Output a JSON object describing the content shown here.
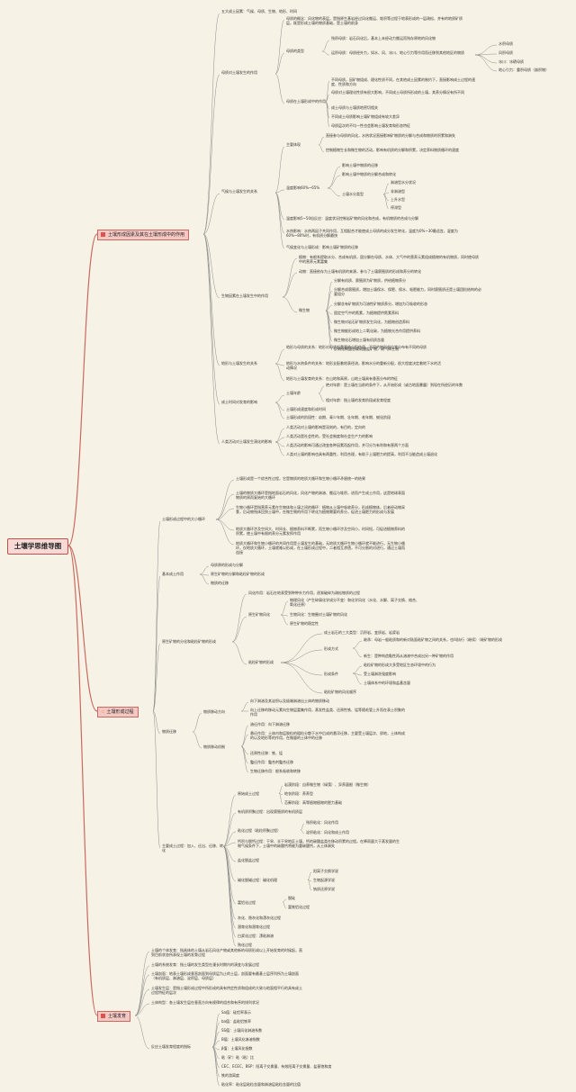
{
  "root": "土壤学思维导图",
  "b1": {
    "title": "土壤形成因素及其在土壤形成中的作用",
    "c1": "五大成土因素：气候、母质、生物、地形、时间",
    "c2": {
      "label": "母质对土壤发生的作用",
      "a": "母质的概念：风化物的表层，是指原生基岩经过风化搬运、堆积等过程于地表形成的一层疏松、并有的地质矿质层，既是形成土壤的物质基础，是土壤的前身",
      "b": {
        "label": "母质的类型",
        "b1": "残积母质：岩石风化后，基本上未经动力搬运而残存原地的风化物",
        "b2": "运积母质：母质经外力，如水、风、冰川、地心引力等作用而迁移到其他地区的物质",
        "b3": [
          "水积母质",
          "风积母质",
          "冰川：冰碛母质",
          "地心引力：重积母质（崩积物）"
        ]
      },
      "c": {
        "label": "母质在土壤形成中的作用",
        "items": [
          "不同母质，因矿物组成、理化性质不同，在其他成土因素的制约下，直接影响成土过程的速度、性质和方向",
          "母质对土壤理化性质有很大影响，不同成土母质所形成的土壤，其养分情况有所不同",
          "成土母质与土壤质地密切相关",
          "不同成土母质影响土壤矿物组成有较大差异",
          "母质层次的不均一性也会影响土壤发育和形态特征"
        ]
      }
    },
    "c3": {
      "label": "气候与土壤发生的关系",
      "a": "主要体现",
      "a1": "直接参与母质的风化，水热状况直接影响矿物质的分解与合成和物质的积累和淋失",
      "a2": "控制植物生长和微生物的活动，影响有机质的分解和积累，决定养料物质循环的速度",
      "b": "温度影响60%~65%",
      "b1": "影响土壤中物质的迁移",
      "b2": "影响土壤中物质的分解合成和转化",
      "b3": "土壤水分类型",
      "b3i": [
        "淋溶型水分状况",
        "非淋溶型",
        "上升水型",
        "停滞型"
      ],
      "c1": "温度影响5~50倍反应：温度状况控制岩矿物的风化和合成，有机物质的合成与分解",
      "c2": "水热影响：水热两因子共同作用，互相配合才能使成土母质的成分发生转化，温度为0%~30最适宜，湿度为60%~80%时，有机质分解最快",
      "c3": "气候变化与土壤形成：影响土壤矿物质的迁移"
    },
    "c4": {
      "label": "生物因素在土壤发生中的作用",
      "a1": "植物：有根系提取水分、合成有机质，固分解在母质、水体、大气中的营养元素组成植物的有机物质，同时使母质中的营养元素富集",
      "a2": "动物：直接依存为土壤有机质的来源，参与了土壤腐殖质的形成和养分的转化",
      "m": "微生物",
      "mi": [
        "分解有机质、腐殖质为矿物质，供给植物养分",
        "分解合成腐殖质，增加土壤保水、保肥、保水、吸肥能力，同时腐殖质还是土壤团粒结构的必要组分",
        "分解含有矿物质为可溶性矿物质养分，增加为可吸收的形态",
        "固定空气中的氮素，为植物提供氮素养料",
        "微生物对岩石矿物质发生风化，为植物创造养料",
        "微生物能形成地上二氧化碳，为植物光合作用提供养料",
        "微生物化石增加土壤有机质含量",
        "反硝化硝酸态或硫酸盐矿物，硫气体生物"
      ]
    },
    "c5": {
      "label": "地形与土壤发生的关系",
      "a": "地形与母质的关系：地形对母质起重要的分配作用，不同的地形部位常分布有不同的母质",
      "b": "地形与水热条件的关系：地形支配着地表径流，影响水分的重新分配，很大程度决定着地下水的活动情况",
      "c": "地形与土壤发育的关系：在山地和高原，山地土壤具有垂直分布的特征"
    },
    "c6": {
      "label": "成土时间对发育的影响",
      "a": "土壤年龄",
      "a1": "绝对年龄：是土壤在当前的条件下，从开始形成（或古地面暴露）到现在所经历的年数",
      "a2": "相对年龄：指土壤的发育阶段或发育程度",
      "b": "土壤形成速度和形成时间",
      "c": "土壤形成的阶段性：幼期、青少年期、壮年期、老年期、蜕化阶段"
    },
    "c7": {
      "label": "人类活动对土壤发生演化的影响",
      "items": [
        "人类活动对土壤的影响是深刻的，有目的，定向的",
        "人类活动是社会性的，受社会制度和社会生产力的影响",
        "人类活动的影响可通过改变各种因素而起作用，并可分为有利和有害两个方面",
        "人类对土壤的影响也具有两重性，利用合理，有助于土壤肥力的提高，利用不当能造成土壤退化"
      ]
    }
  },
  "b2": {
    "title": "土壤形成过程",
    "c1": {
      "label": "土壤形成过程中的大小循环",
      "items": [
        "土壤形成是一个综合性过程，它是物质的地质大循环和生物小循环矛盾统一的结果",
        "土壤的物质大循环是指地面岩石的风化，风化产物的淋溶、搬运与堆积，进而产生成土作用，这是地球表面物质的周而复始的大循环",
        "生物小循环是指营养元素在生物体和土壤之间的循环：植物从土壤中吸收养分，形成植物体，后者经动物采食，后动物残体回到土壤中，在微生物的作用下转化为植物需要的养分，促进土壤肥力的形成与发展",
        "地质大循环涉及空间大、时间长、植物养料不断累，而生物小循环涉及空间小，时间短，可促进植物养料的积累，使土壤中有限的养分元素发挥作用",
        "地质大循环和生物小循环的共同作用是土壤发生的基础，无地质大循环生物小循环就不能进行，无生物小循环，仅地质大循环，土壤就难以形成，在土壤形成过程中，二者相互渗透，不可分割的对进行，通过土壤而连接"
      ]
    },
    "c2": {
      "label": "基本成土作用",
      "items": [
        "母质原的形成与分解",
        "原生矿物的分解和粘粒矿物的形成",
        "物质的迁移"
      ]
    },
    "c3": {
      "label": "原生矿物的分化和粘粒矿物的形成",
      "a": "风化作用：岩石在地表受到种种外力作用，逐渐破碎为疏松物质的过程",
      "b": "原生矿物风化",
      "b1": "物理风化（产生碎屑化学成分不变）和化学风化（水化、水解、离子交换、络合、氧化还原）",
      "b2": "生物风化：生物圈对土壤矿物的风化",
      "b3": "原生矿物的稳定性",
      "c": "粘粒矿物的形成",
      "c1": "成土岩石的三大类型：沉积岩、变质岩、岩浆岩",
      "c2": "形成方式",
      "c2a": "继承：母岩一般粘质和的新对陆面粘矿物之间的关系，也叫执行（继续）（继矿物的形成",
      "c2b": "新生：是种构造黏性再从溶液中合成出另一种矿物的作用",
      "c3": "形成条件",
      "c3i": [
        "粘粒矿物的形成大多受地区生态环境中的行为",
        "受土壤淋洗强度影响",
        "土壤体系中的环境和盐基含量"
      ],
      "c4": "粘粒矿物的风化顺序"
    },
    "c4": {
      "label": "物质迁移",
      "a": "物质移动方向",
      "a1": "向下淋溶及其淀积以及极端淋溶出土体的物质移动",
      "a2": "向上迁移的移动元素向生物层富集作用，蒸发性盐类、还原性铁、锰等随毛管上升而在表土积聚的作用",
      "b": "物质移动机制",
      "bi": [
        "溶迁作用：向下淋溶迁移",
        "悬迁作用：土体内和层胶粒的粗粒分散于水中后成的悬浮迁移，主要受土壤层次、质地，土体构成的以及地形等的作用，在微量的土体中的迁移",
        "还原性迁移：铁、锰",
        "螯迁作用：螯合剂螯合迁移",
        "生物迁移作用：根系吸收和转移"
      ]
    },
    "c5": {
      "label": "主要成土过程：加入、迁出、迁移、转化",
      "a": "原始成土过程",
      "ai": [
        "岩漠阶段：自养微生物（绿藻）、异养菌根（微生物）",
        "地衣阶段：养养型",
        "苔藓阶段：高等植物植物的肥力基础"
      ],
      "b": "有机质积聚过程：出现腐殖质的有机质层",
      "c": "粘化过程（粘粒积聚过程）",
      "ci": [
        "残积粘化：风化作用",
        "淀积粘化：风化和成土作用"
      ],
      "d": "钙积与脱钙过程：干旱、半干旱地区土壤，钙的碳酸盐类在移动积累的过程。在降雨量大于蒸发量的生物气候条件下，土壤中的碳酸钙将被为重碳酸钙，从土体淋失",
      "e": "盐化脱盐过程",
      "f": "碱化脱碱过程：碱化机理",
      "fi": [
        "阳离子交换学说",
        "生物起源学说",
        "钠质还原学说"
      ],
      "g": "富铝化过程",
      "gi": [
        "脱硅",
        "富铁铝化过程"
      ],
      "h": [
        "灰化、隐灰化和漂灰化过程",
        "潜育化和潜育化过程",
        "白浆化过程：漂粘淋溶",
        "熟化过程"
      ]
    }
  },
  "b3": {
    "title": "土壤发育",
    "items": [
      "土壤的个体发育：指具体的土壤从岩石风化产物或其他新的母质形成以上开始发育的时候起，直到目前状态所表现土壤的发育过程",
      "土壤的系统发育：指土壤的发生类型在漫长时期内的演变与发展过程",
      "土壤剖面：地表土壤形成垂直剖面到母质层为止的土层，剖面要有最基土层序列所为土壤剖面（有机质层、淋溶层、淀积层、母质层）",
      "土壤发生层：是指土壤形成过程中所形成的具有特定性质和组成的大致与地面相平行的具有成土过程特征的层次",
      "土体构型：各土壤发生层在垂直方向有规律的组合和有序的排列状况"
    ],
    "d": "反应土壤发育程度的指标",
    "di": [
      "Sa值：硅铝率表示",
      "ba值：盐粘铝铁率",
      "SS值：土壤风化淋溶系数",
      "B值：土壤风化淋溶指数",
      "β值：土壤风化指数",
      "粘（矿）粘（粘）比",
      "CEC、ECEC、BSP：阳离子交换量、有效阳离子交换量、盐基饱和度",
      "铁的游离度",
      "粘化率：粘化层粘粒含量和淋溶层粘粒含量的比值"
    ]
  }
}
